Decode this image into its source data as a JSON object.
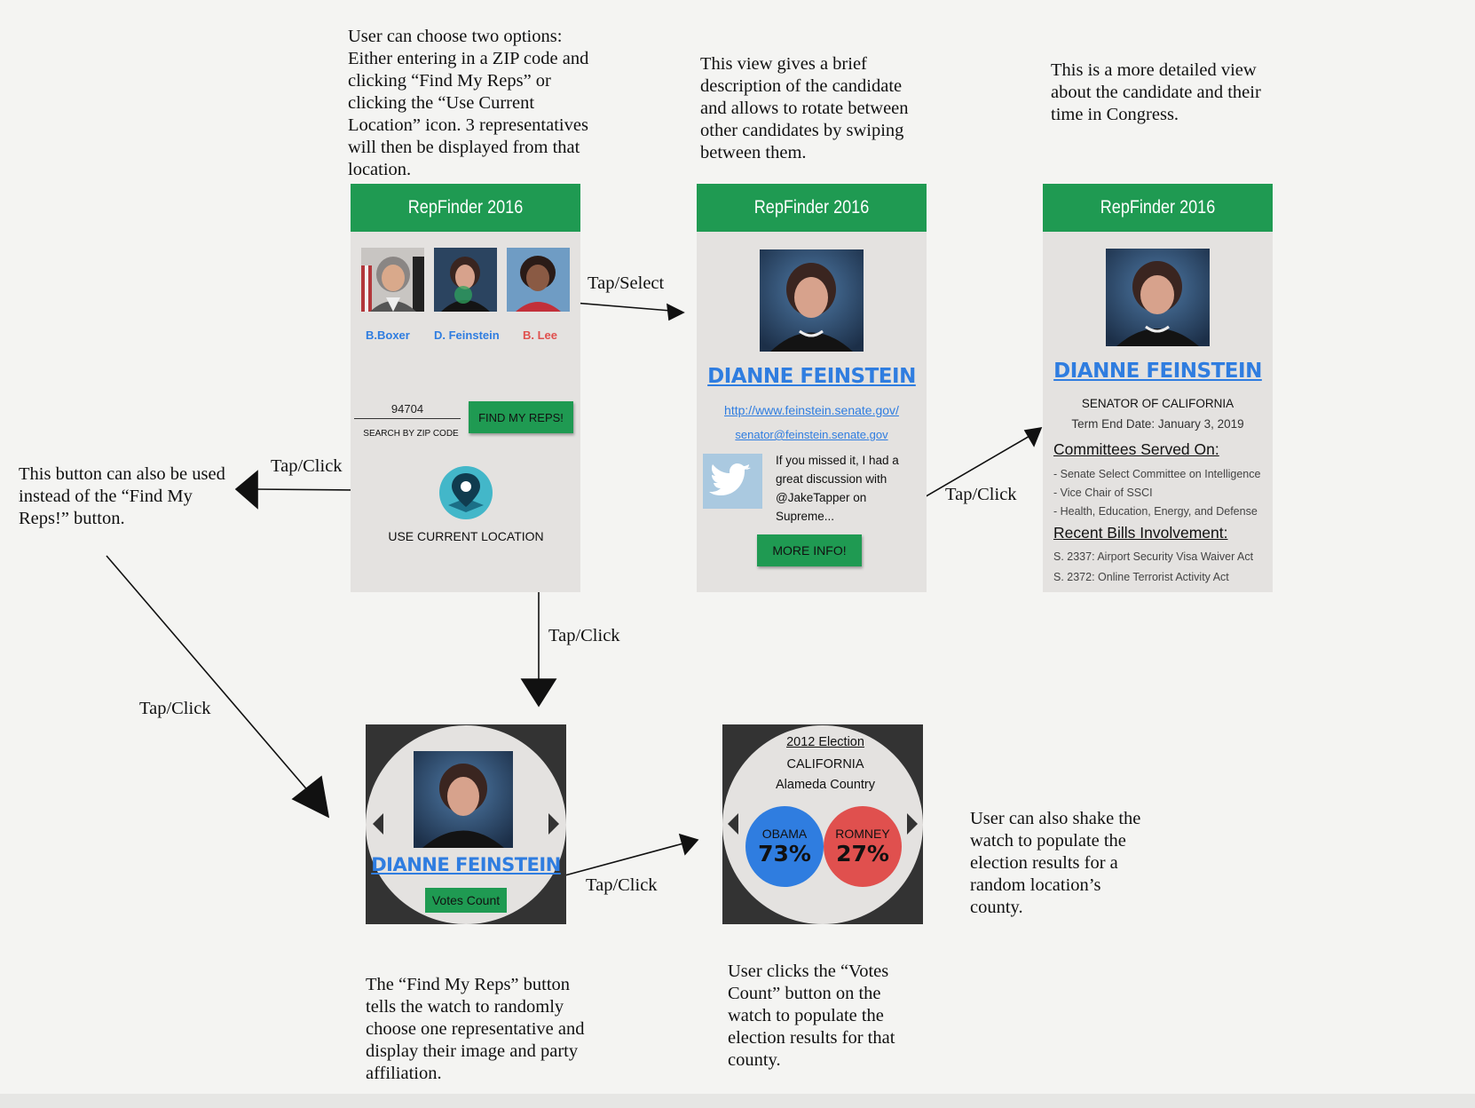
{
  "notes": {
    "top_left": "User can choose two options:\nEither entering in a ZIP code and\nclicking “Find My Reps” or\nclicking the “Use Current\nLocation” icon. 3 representatives\nwill then be displayed from that\nlocation.",
    "top_middle": "This view gives a brief\ndescription of the candidate\nand allows to rotate between\nother candidates by swiping\nbetween them.",
    "top_right": "This is a more detailed view\nabout the candidate and their\ntime in Congress.",
    "left": "This button can also be used\ninstead of the “Find My\nReps!” button.",
    "right_bottom": "User can also shake the\nwatch to populate the\nelection results for a\nrandom location’s\ncounty.",
    "bottom_left": "The “Find My Reps” button\ntells the watch to randomly\nchoose one representative and\ndisplay their image and party\naffiliation.",
    "bottom_middle": "User clicks the “Votes\nCount” button on the\nwatch to populate the\nelection results for that\ncounty."
  },
  "arrows": {
    "tap_select": "Tap/Select",
    "tap_click_location": "Tap/Click",
    "tap_click_more": "Tap/Click",
    "tap_click_down": "Tap/Click",
    "tap_click_diag": "Tap/Click",
    "tap_click_votes": "Tap/Click"
  },
  "app_title": "RepFinder 2016",
  "screen1": {
    "reps": [
      {
        "name": "B.Boxer",
        "color": "#2f7de0"
      },
      {
        "name": "D. Feinstein",
        "color": "#2f7de0"
      },
      {
        "name": "B. Lee",
        "color": "#e0504e"
      }
    ],
    "zip_value": "94704",
    "zip_caption": "SEARCH BY ZIP CODE",
    "find_button": "FIND MY REPS!",
    "location_label": "USE CURRENT LOCATION"
  },
  "screen2": {
    "name": "DIANNE FEINSTEIN",
    "website": "http://www.feinstein.senate.gov/",
    "email": "senator@feinstein.senate.gov",
    "tweet": "If you missed it, I had a great discussion with @JakeTapper on Supreme...",
    "more_button": "MORE INFO!"
  },
  "screen3": {
    "name": "DIANNE FEINSTEIN",
    "title": "SENATOR OF CALIFORNIA",
    "term": "Term End Date: January 3, 2019",
    "committees_heading": "Committees Served On:",
    "committees": [
      "- Senate Select Committee on Intelligence",
      "- Vice Chair of SSCI",
      "- Health, Education, Energy, and Defense"
    ],
    "bills_heading": "Recent Bills Involvement:",
    "bills": [
      "S. 2337: Airport Security Visa Waiver Act",
      "S. 2372: Online Terrorist Activity Act"
    ]
  },
  "watch1": {
    "name": "DIANNE FEINSTEIN",
    "button": "Votes Count"
  },
  "watch2": {
    "heading": "2012 Election",
    "state": "CALIFORNIA",
    "county": "Alameda Country",
    "candidates": [
      {
        "name": "OBAMA",
        "percent": "73%",
        "color": "#2f7de0"
      },
      {
        "name": "ROMNEY",
        "percent": "27%",
        "color": "#e0504e"
      }
    ]
  }
}
